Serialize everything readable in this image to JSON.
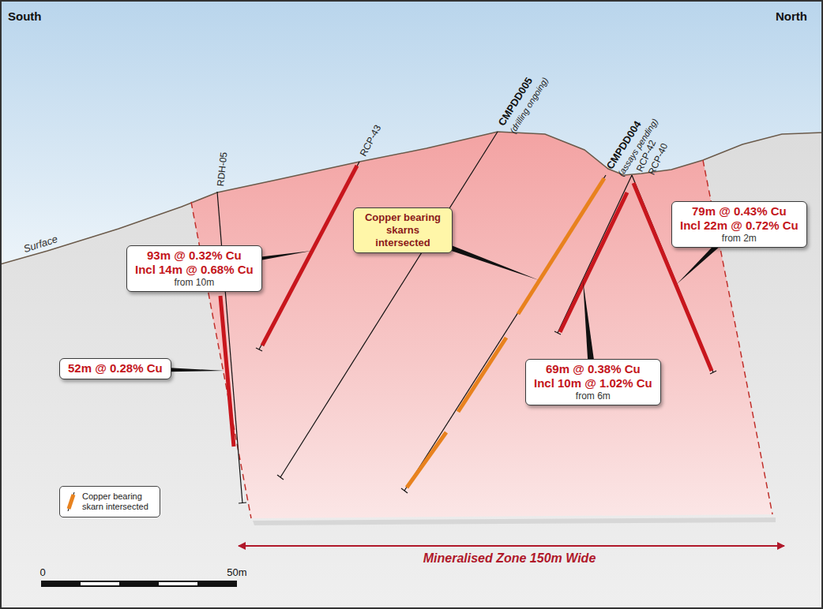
{
  "diagram": {
    "nodes": [
      {
        "text": [
          "93m @ 0.32% Cu",
          "Incl 14m @ 0.68% Cu",
          "from 10m"
        ]
      },
      {
        "text": [
          "52m @ 0.28% Cu"
        ]
      },
      {
        "text": [
          "Copper bearing skarns intersected"
        ]
      },
      {
        "text": [
          "69m @ 0.38% Cu",
          "Incl 10m @ 1.02% Cu",
          "from 6m"
        ]
      },
      {
        "text": [
          "79m @ 0.43% Cu",
          "Incl 22m @ 0.72% Cu",
          "from 2m"
        ]
      }
    ],
    "labels": [
      "South",
      "North",
      "Surface",
      "RDH-05",
      "RCP-43",
      "CMPDD005",
      "(drilling ongoing)",
      "CMPDD004",
      "(assays pending)",
      "RCP-42",
      "RCP-40",
      "Mineralised Zone 150m Wide",
      "0",
      "50m"
    ],
    "legend": [
      {
        "text": "Copper bearing skarn intersected"
      }
    ]
  }
}
